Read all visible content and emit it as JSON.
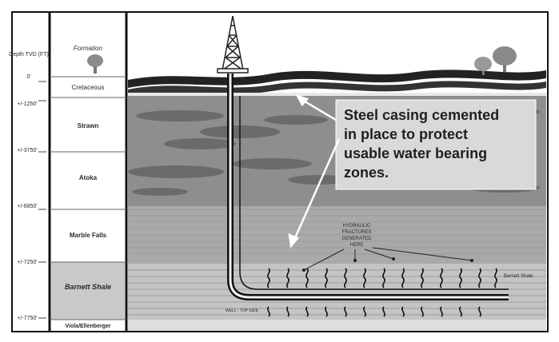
{
  "columns": {
    "depth_header": "Depth TVD (FT)",
    "formation_header": "Formation"
  },
  "depth_marks": [
    "0'",
    "+/-1250'",
    "+/-3750'",
    "+/-6850'",
    "+/-7250'",
    "+/-7750'"
  ],
  "formations": [
    {
      "name": "Cretaceous"
    },
    {
      "name": "Strawn"
    },
    {
      "name": "Atoka"
    },
    {
      "name": "Marble Falls"
    },
    {
      "name": "Barnett Shale"
    },
    {
      "name": "Viola/Ellenberger"
    }
  ],
  "callout": {
    "lines": [
      "Steel casing cemented",
      "in place to protect",
      "usable water bearing",
      "zones."
    ]
  },
  "fracture_label": {
    "lines": [
      "HYDRAULIC",
      "FRACTURES",
      "GENERATED",
      "HERE"
    ]
  },
  "side_labels": {
    "right": "Barnett Shale",
    "bottom": "WELL - TOP SIDE"
  },
  "colors": {
    "frame": "#111111",
    "shale_band": "#c9c9c9",
    "rock_upper": "#8a8a8a",
    "rock_lower": "#a9a9a9",
    "callout_bg": "#d9d9d9"
  }
}
